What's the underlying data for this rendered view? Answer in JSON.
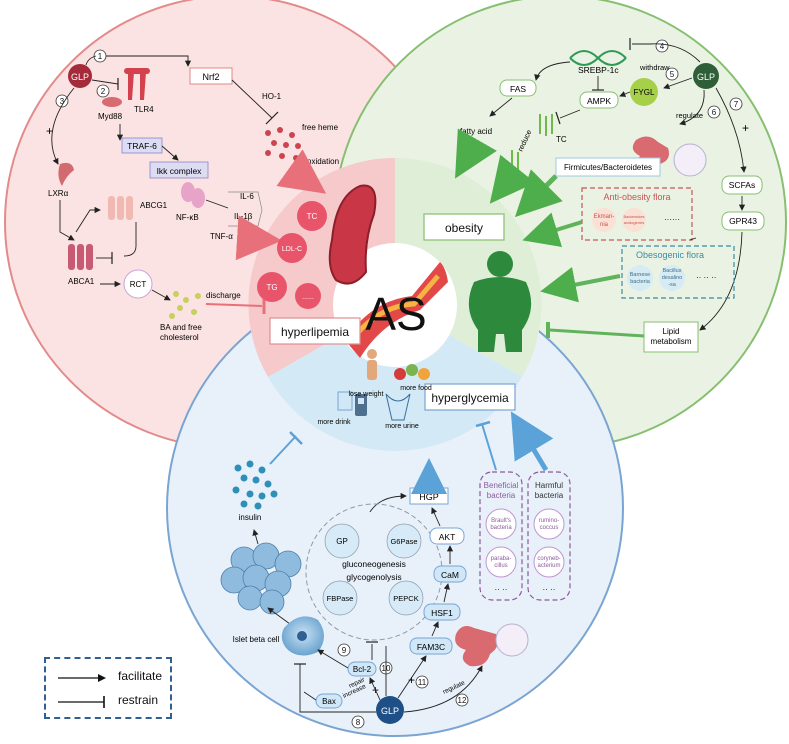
{
  "center": {
    "label": "AS"
  },
  "regions": {
    "hyperlipemia": "hyperlipemia",
    "obesity": "obesity",
    "hyperglycemia": "hyperglycemia"
  },
  "lipid_section": {
    "glp": "GLP",
    "nrf2": "Nrf2",
    "ho1": "HO-1",
    "free_heme": "free heme",
    "oxidation": "oxidation",
    "tlr4": "TLR4",
    "myd88": "Myd88",
    "traf6": "TRAF-6",
    "ikk": "Ikk complex",
    "nfkb": "NF-κB",
    "il6": "IL-6",
    "il1b": "IL-1β",
    "tnfa": "TNF-α",
    "plus": "+",
    "lxra": "LXRα",
    "abcg1": "ABCG1",
    "abca1": "ABCA1",
    "rct": "RCT",
    "discharge": "discharge",
    "ba": "BA and free",
    "chol": "cholesterol",
    "tc": "TC",
    "ldlc": "LDL-C",
    "tg": "TG",
    "dots": "......"
  },
  "obesity_section": {
    "glp": "GLP",
    "srebp": "SREBP-1c",
    "withdraw": "withdraw",
    "fygl": "FYGL",
    "ampk": "AMPK",
    "fas": "FAS",
    "fatty_acid": "fatty acid",
    "reduce": "reduce",
    "tc": "TC",
    "regulate": "regulate",
    "plus": "+",
    "firmicutes": "Firmicutes/Bacteroidetes",
    "scfas": "SCFAs",
    "gpr43": "GPR43",
    "anti_title": "Anti-obesity flora",
    "ekmania_1": "Ekman-",
    "ekmania_2": "nia",
    "bacteroides_1": "Bacteroides",
    "bacteroides_2": "acidogenes",
    "dots": "······",
    "obeso_title": "Obesogenic flora",
    "barnese_1": "Barnese",
    "barnese_2": "bacteria",
    "bacillus_1": "Bacillus",
    "bacillus_2": "desalino",
    "bacillus_3": "-sa",
    "dots2": "·· ·· ··",
    "lipid_1": "Lipid",
    "lipid_2": "metabolism"
  },
  "glucose_section": {
    "lose_weight": "lose weight",
    "more_food": "more food",
    "more_drink": "more drink",
    "more_urine": "more urine",
    "hgp": "HGP",
    "gluconeo": "gluconeogenesis",
    "glycogeno": "glycogenolysis",
    "gp": "GP",
    "g6pase": "G6Pase",
    "fbpase": "FBPase",
    "pepck": "PEPCK",
    "akt": "AKT",
    "cam": "CaM",
    "hsf1": "HSF1",
    "fam3c": "FAM3C",
    "insulin": "insulin",
    "islet": "Islet beta cell",
    "bcl2": "Bcl-2",
    "bax": "Bax",
    "repair": "repair",
    "increase": "increase",
    "regulate": "regulate",
    "glp": "GLP",
    "plus": "+",
    "beneficial_1": "Beneficial",
    "beneficial_2": "bacteria",
    "harmful_1": "Harmful",
    "harmful_2": "bacteria",
    "braut_1": "Brault's",
    "braut_2": "bacteria",
    "parab_1": "paraba-",
    "parab_2": "cillus",
    "rumino_1": "rumino-",
    "rumino_2": "coccus",
    "coryne_1": "coryneb-",
    "coryne_2": "acterium",
    "dots": "·· ··"
  },
  "steps": [
    "1",
    "2",
    "3",
    "4",
    "5",
    "6",
    "7",
    "8",
    "9",
    "10",
    "11",
    "12"
  ],
  "legend": {
    "facilitate": "facilitate",
    "restrain": "restrain"
  }
}
